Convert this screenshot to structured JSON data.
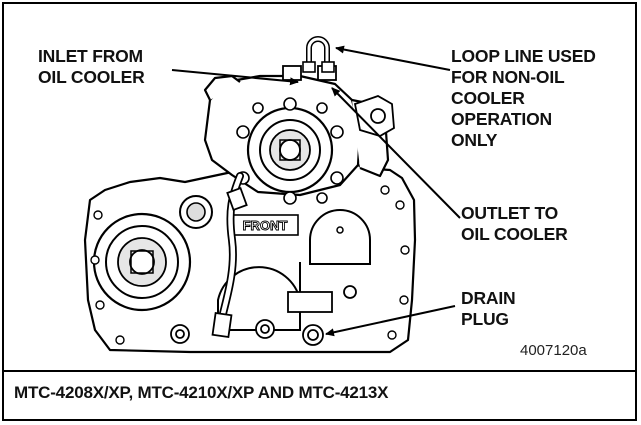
{
  "callouts": {
    "inlet": [
      "INLET FROM",
      "OIL COOLER"
    ],
    "loop_line": [
      "LOOP LINE USED",
      "FOR NON-OIL",
      "COOLER",
      "OPERATION",
      "ONLY"
    ],
    "outlet": [
      "OUTLET TO",
      "OIL COOLER"
    ],
    "drain": [
      "DRAIN",
      "PLUG"
    ]
  },
  "housing_text": "FRONT",
  "figure_id": "4007120a",
  "caption": "MTC-4208X/XP, MTC-4210X/XP AND MTC-4213X"
}
